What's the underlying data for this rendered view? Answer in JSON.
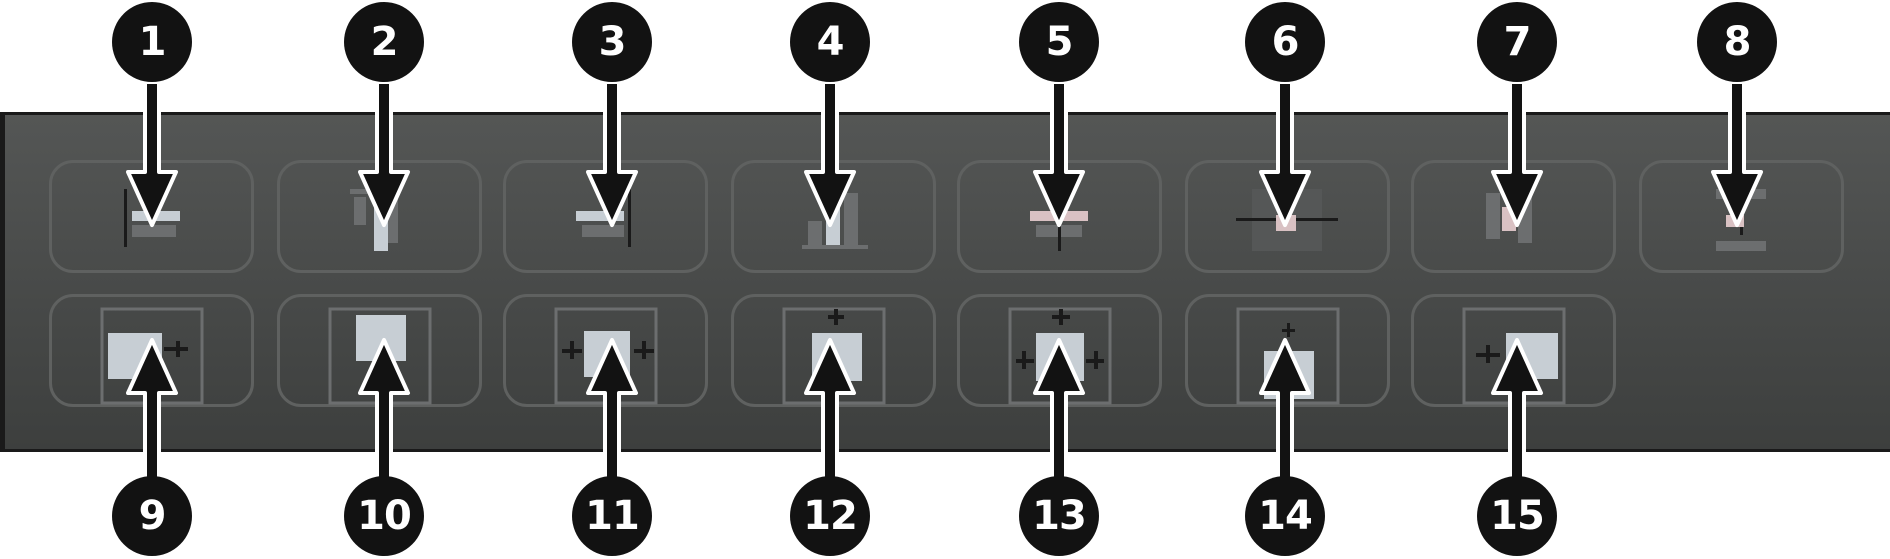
{
  "toolbar": {
    "colors": {
      "panel": "#484a49",
      "button_border": "#5f6160",
      "bar_light": "#c7ced4",
      "bar_mid": "#8f9497",
      "bar_pink": "#d9c1c3",
      "bar_dark": "#6c6e6f",
      "mark": "#1a1a1a",
      "callout": "#121212"
    },
    "row1": [
      {
        "number": "1",
        "icon": "align-left-edges-icon"
      },
      {
        "number": "2",
        "icon": "align-top-edges-icon"
      },
      {
        "number": "3",
        "icon": "align-right-edges-icon"
      },
      {
        "number": "4",
        "icon": "align-bottom-edges-icon"
      },
      {
        "number": "5",
        "icon": "align-horizontal-centers-icon"
      },
      {
        "number": "6",
        "icon": "align-centers-icon"
      },
      {
        "number": "7",
        "icon": "align-vertical-centers-icon"
      },
      {
        "number": "8",
        "icon": "align-center-point-icon"
      }
    ],
    "row2": [
      {
        "number": "9",
        "icon": "anchor-top-left-icon"
      },
      {
        "number": "10",
        "icon": "anchor-top-center-icon"
      },
      {
        "number": "11",
        "icon": "anchor-top-stretch-icon"
      },
      {
        "number": "12",
        "icon": "anchor-middle-left-icon"
      },
      {
        "number": "13",
        "icon": "anchor-middle-stretch-icon"
      },
      {
        "number": "14",
        "icon": "anchor-bottom-center-icon"
      },
      {
        "number": "15",
        "icon": "anchor-bottom-left-icon"
      }
    ]
  }
}
